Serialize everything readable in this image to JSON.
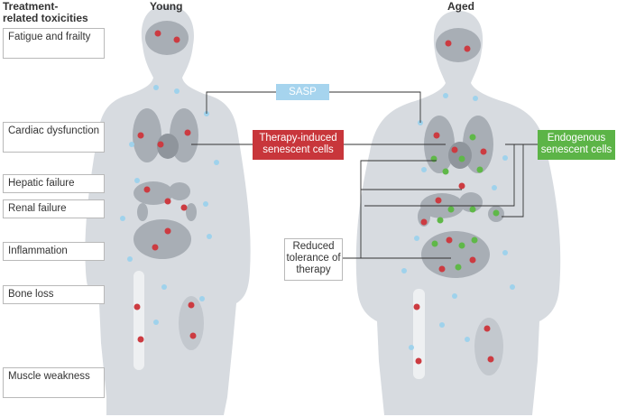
{
  "headings": {
    "toxicities": "Treatment-\nrelated toxicities",
    "young": "Young",
    "aged": "Aged"
  },
  "toxicities": [
    "Fatigue and frailty",
    "Cardiac dysfunction",
    "Hepatic failure",
    "Renal failure",
    "Inflammation",
    "Bone loss",
    "Muscle weakness"
  ],
  "labels": {
    "sasp": "SASP",
    "therapy_induced": "Therapy-induced senescent cells",
    "endogenous": "Endogenous senescent cells",
    "reduced_tolerance": "Reduced tolerance of therapy"
  },
  "colors": {
    "body": "#d7dbe0",
    "organ": "#a8aeb5",
    "sasp": "#9fd2ec",
    "therapy_induced": "#cc3b41",
    "endogenous": "#5fb848",
    "line": "#333333"
  }
}
